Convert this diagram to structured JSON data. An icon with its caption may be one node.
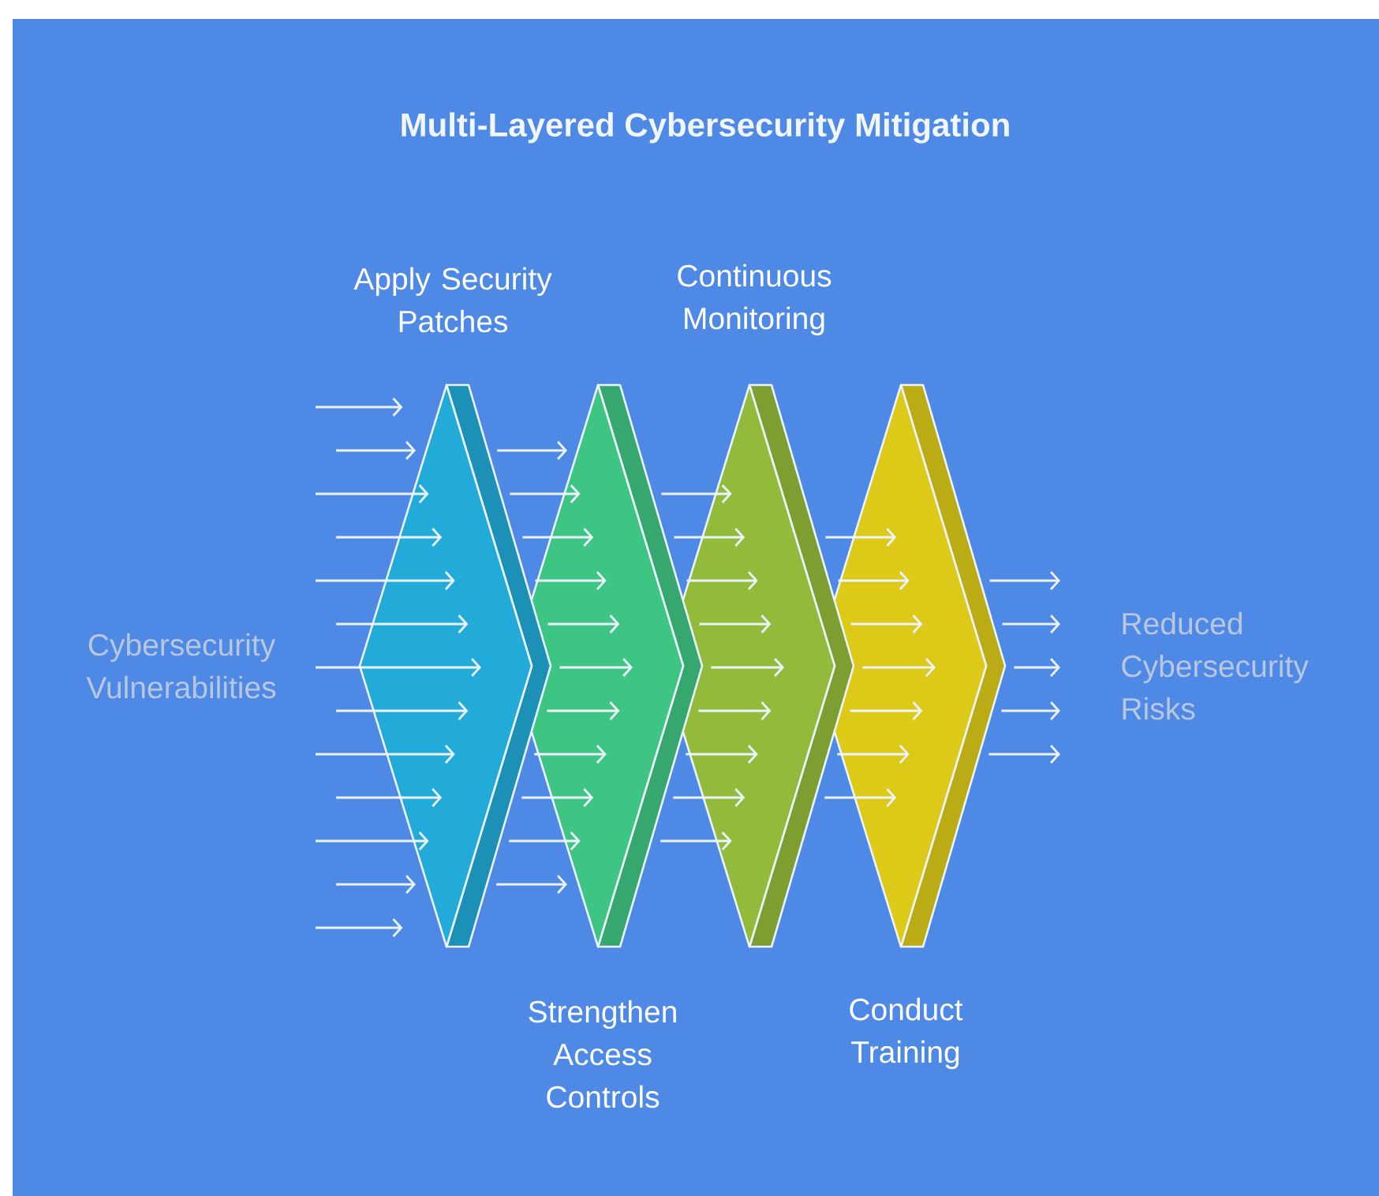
{
  "diagram": {
    "title": "Multi-Layered Cybersecurity Mitigation",
    "nodes": [
      {
        "text": [
          "Cybersecurity Vulnerabilities"
        ]
      },
      {
        "text": [
          "Apply Security Patches"
        ]
      },
      {
        "text": [
          "Strengthen Access Controls"
        ]
      },
      {
        "text": [
          "Continuous Monitoring"
        ]
      },
      {
        "text": [
          "Conduct Training"
        ]
      },
      {
        "text": [
          "Reduced Cybersecurity Risks"
        ]
      }
    ],
    "edges": [
      {
        "from": null,
        "to": 1,
        "arrow": "to"
      },
      {
        "from": null,
        "to": 1,
        "arrow": "to"
      },
      {
        "from": null,
        "to": 1,
        "arrow": "to"
      },
      {
        "from": 0,
        "to": 1,
        "arrow": "to"
      },
      {
        "from": null,
        "to": 1,
        "arrow": "to"
      },
      {
        "from": 0,
        "to": 1,
        "arrow": "to"
      },
      {
        "from": null,
        "to": 1,
        "arrow": "to"
      },
      {
        "from": 0,
        "to": 1,
        "arrow": "to"
      },
      {
        "from": null,
        "to": 1,
        "arrow": "to"
      },
      {
        "from": null,
        "to": 1,
        "arrow": "to"
      },
      {
        "from": null,
        "to": 1,
        "arrow": "to"
      },
      {
        "from": 1,
        "to": 2,
        "arrow": "to"
      },
      {
        "from": 1,
        "to": 2,
        "arrow": "to"
      },
      {
        "from": 1,
        "to": 2,
        "arrow": "to"
      },
      {
        "from": 1,
        "to": 2,
        "arrow": "to"
      },
      {
        "from": 1,
        "to": 2,
        "arrow": "to"
      },
      {
        "from": 1,
        "to": 2,
        "arrow": "to"
      },
      {
        "from": 1,
        "to": 2,
        "arrow": "to"
      },
      {
        "from": 1,
        "to": 2,
        "arrow": "to"
      },
      {
        "from": 1,
        "to": 2,
        "arrow": "to"
      },
      {
        "from": 1,
        "to": 2,
        "arrow": "to"
      },
      {
        "from": 1,
        "to": 2,
        "arrow": "to"
      },
      {
        "from": 2,
        "to": 3,
        "arrow": "to"
      },
      {
        "from": 2,
        "to": 3,
        "arrow": "to"
      },
      {
        "from": 2,
        "to": 3,
        "arrow": "to"
      },
      {
        "from": 2,
        "to": 3,
        "arrow": "to"
      },
      {
        "from": 2,
        "to": 3,
        "arrow": "to"
      },
      {
        "from": 2,
        "to": 3,
        "arrow": "to"
      },
      {
        "from": 2,
        "to": 3,
        "arrow": "to"
      },
      {
        "from": 2,
        "to": 3,
        "arrow": "to"
      },
      {
        "from": 2,
        "to": 3,
        "arrow": "to"
      },
      {
        "from": 3,
        "to": 4,
        "arrow": "to"
      },
      {
        "from": 3,
        "to": 4,
        "arrow": "to"
      },
      {
        "from": 3,
        "to": 4,
        "arrow": "to"
      },
      {
        "from": 3,
        "to": 4,
        "arrow": "to"
      },
      {
        "from": 3,
        "to": 4,
        "arrow": "to"
      },
      {
        "from": 3,
        "to": 4,
        "arrow": "to"
      },
      {
        "from": 3,
        "to": 4,
        "arrow": "to"
      },
      {
        "from": 4,
        "to": null,
        "arrow": "to"
      },
      {
        "from": 4,
        "to": 5,
        "arrow": "to"
      },
      {
        "from": 4,
        "to": 5,
        "arrow": "to"
      },
      {
        "from": 4,
        "to": 5,
        "arrow": "to"
      },
      {
        "from": 4,
        "to": null,
        "arrow": "to"
      }
    ]
  }
}
